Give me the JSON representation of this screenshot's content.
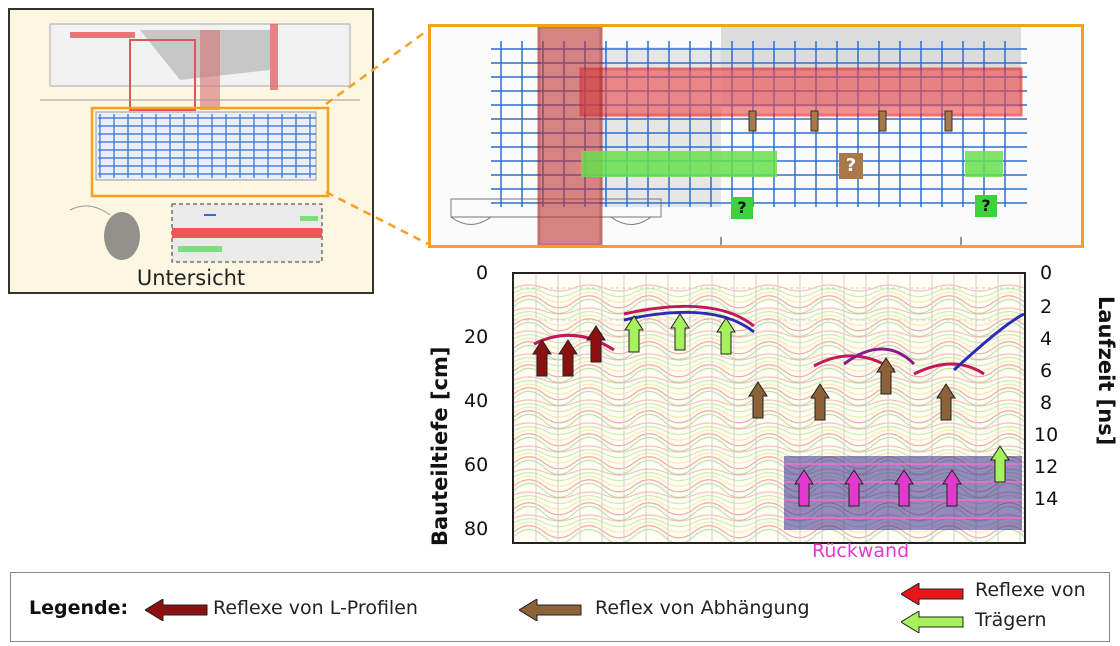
{
  "overview": {
    "label": "Untersicht"
  },
  "zoom": {
    "question_mark": "?"
  },
  "radargram": {
    "left_axis_title": "Bauteiltiefe [cm]",
    "right_axis_title": "Laufzeit [ns]",
    "left_ticks": [
      "0",
      "20",
      "40",
      "60",
      "80"
    ],
    "right_ticks": [
      "0",
      "2",
      "4",
      "6",
      "8",
      "10",
      "12",
      "14"
    ],
    "bottom_annotation": "Rückwand"
  },
  "legend": {
    "title": "Legende:",
    "l_profiles": "Reflexe von L-Profilen",
    "abhaengung": "Reflex von Abhängung",
    "traeger_line1": "Reflexe von",
    "traeger_line2": "Trägern"
  },
  "colors": {
    "l_profile_arrow": "#8b1010",
    "abhaengung_arrow": "#8c6239",
    "traeger_arrow_red": "#e8161b",
    "traeger_arrow_green": "#a6f25c",
    "rueckwand_arrow": "#e23ad0",
    "zoom_frame": "#f4a21e",
    "grid_blue": "#2e6fd0"
  }
}
